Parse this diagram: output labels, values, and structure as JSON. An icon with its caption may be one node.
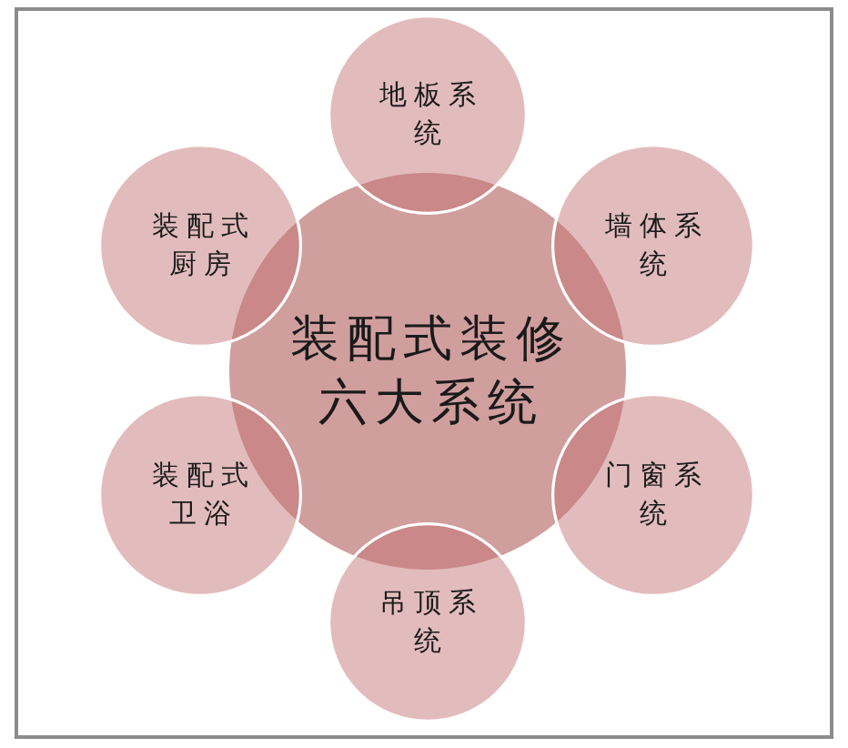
{
  "diagram": {
    "nodes": [
      {
        "text": [
          "装配式装修六大系统"
        ]
      },
      {
        "text": [
          "地板系统"
        ]
      },
      {
        "text": [
          "装配式厨房"
        ]
      },
      {
        "text": [
          "墙体系统"
        ]
      },
      {
        "text": [
          "装配式卫浴"
        ]
      },
      {
        "text": [
          "门窗系统"
        ]
      },
      {
        "text": [
          "吊顶系统"
        ]
      }
    ]
  }
}
